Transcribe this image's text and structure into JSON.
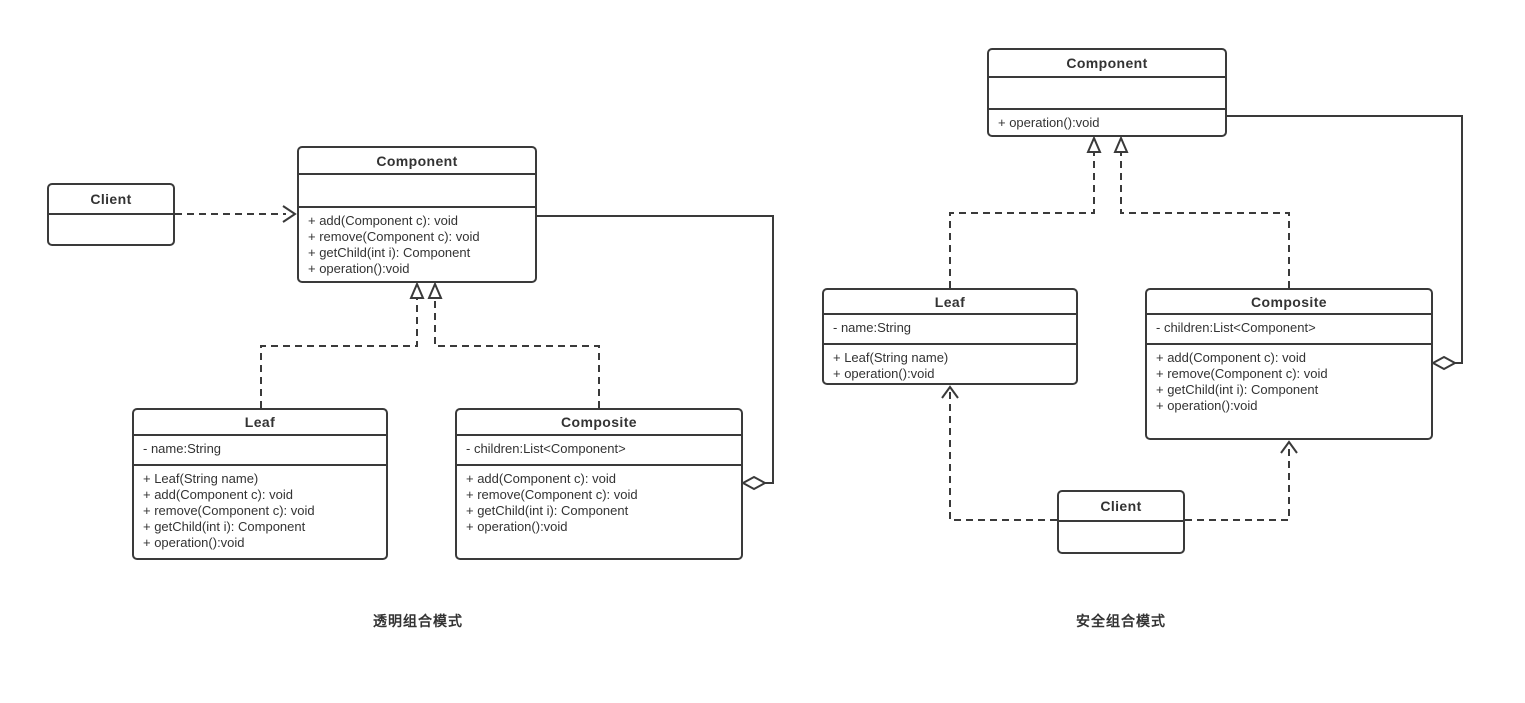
{
  "diagrams": {
    "transparent": {
      "caption": "透明组合模式",
      "client": {
        "title": "Client"
      },
      "component": {
        "title": "Component",
        "attributes": [],
        "methods": [
          "+ add(Component c): void",
          "+ remove(Component c): void",
          "+ getChild(int i): Component",
          "+ operation():void"
        ]
      },
      "leaf": {
        "title": "Leaf",
        "attributes": [
          "- name:String"
        ],
        "methods": [
          "+ Leaf(String name)",
          "+ add(Component c): void",
          "+ remove(Component c): void",
          "+ getChild(int i): Component",
          "+ operation():void"
        ]
      },
      "composite": {
        "title": "Composite",
        "attributes": [
          "- children:List<Component>"
        ],
        "methods": [
          "+ add(Component c): void",
          "+ remove(Component c): void",
          "+ getChild(int i): Component",
          "+ operation():void"
        ]
      }
    },
    "safe": {
      "caption": "安全组合模式",
      "component": {
        "title": "Component",
        "attributes": [],
        "methods": [
          "+ operation():void"
        ]
      },
      "leaf": {
        "title": "Leaf",
        "attributes": [
          "- name:String"
        ],
        "methods": [
          "+ Leaf(String name)",
          "+ operation():void"
        ]
      },
      "composite": {
        "title": "Composite",
        "attributes": [
          "- children:List<Component>"
        ],
        "methods": [
          "+ add(Component c): void",
          "+ remove(Component c): void",
          "+ getChild(int i): Component",
          "+ operation():void"
        ]
      },
      "client": {
        "title": "Client"
      }
    }
  },
  "relationships": [
    {
      "diagram": "transparent",
      "type": "dependency",
      "from": "Client",
      "to": "Component"
    },
    {
      "diagram": "transparent",
      "type": "inheritance",
      "from": "Leaf",
      "to": "Component"
    },
    {
      "diagram": "transparent",
      "type": "inheritance",
      "from": "Composite",
      "to": "Component"
    },
    {
      "diagram": "transparent",
      "type": "aggregation",
      "from": "Composite",
      "to": "Component"
    },
    {
      "diagram": "safe",
      "type": "inheritance",
      "from": "Leaf",
      "to": "Component"
    },
    {
      "diagram": "safe",
      "type": "inheritance",
      "from": "Composite",
      "to": "Component"
    },
    {
      "diagram": "safe",
      "type": "aggregation",
      "from": "Composite",
      "to": "Component"
    },
    {
      "diagram": "safe",
      "type": "dependency",
      "from": "Client",
      "to": "Leaf"
    },
    {
      "diagram": "safe",
      "type": "dependency",
      "from": "Client",
      "to": "Composite"
    }
  ],
  "colors": {
    "line": "#3a3a3a",
    "text": "#333333",
    "background": "#ffffff"
  }
}
